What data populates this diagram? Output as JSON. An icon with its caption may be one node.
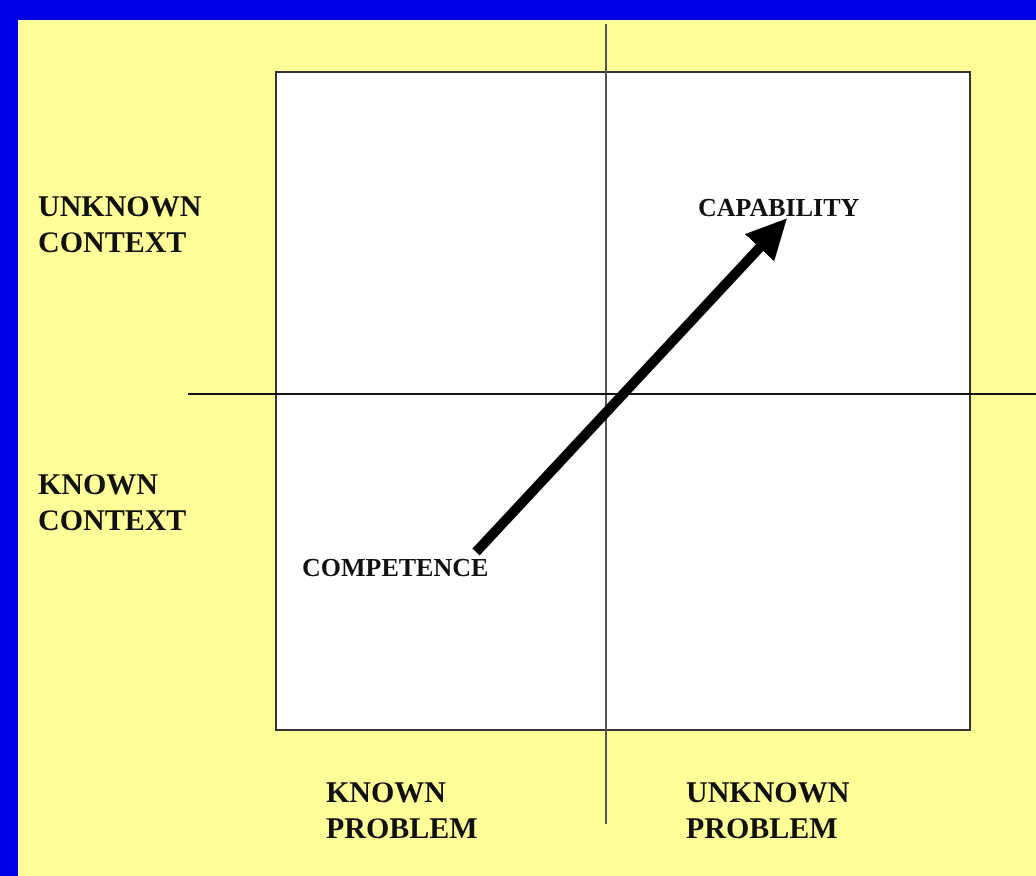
{
  "diagram": {
    "nodes": [
      {
        "text": [
          "COMPETENCE"
        ]
      },
      {
        "text": [
          "CAPABILITY"
        ]
      }
    ],
    "edges": [
      {
        "from": 0,
        "to": 1,
        "arrow": "to"
      }
    ],
    "labels": [
      "UNKNOWN CONTEXT",
      "KNOWN CONTEXT",
      "KNOWN PROBLEM",
      "UNKNOWN PROBLEM"
    ]
  }
}
